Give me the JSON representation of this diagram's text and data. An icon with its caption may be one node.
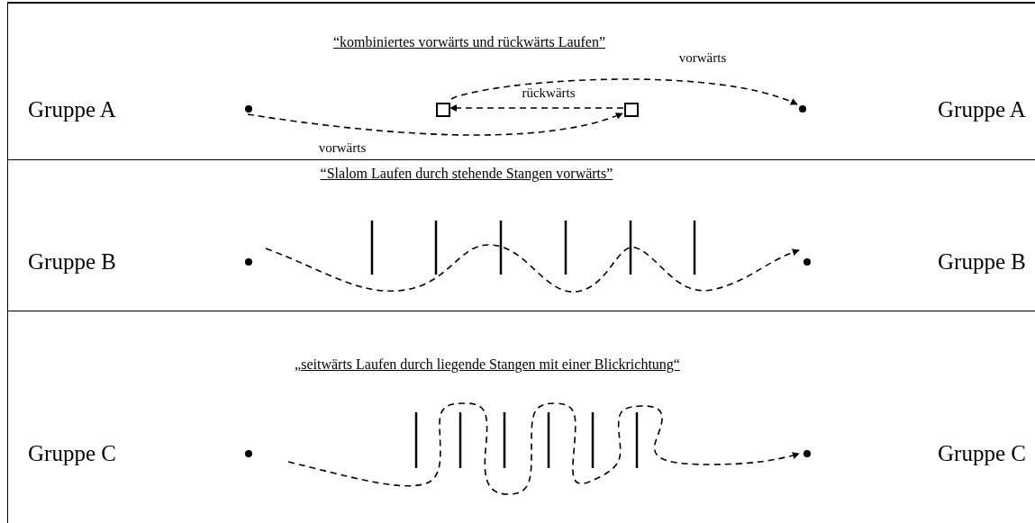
{
  "diagram": {
    "nodes": [
      {
        "text": [
          "“kombiniertes vorwärts und rückwärts Laufen”",
          "Gruppe A",
          "Gruppe A"
        ]
      },
      {
        "text": [],
        "shape": "circle",
        "in": 0
      },
      {
        "text": [],
        "shape": "box",
        "in": 0
      },
      {
        "text": [],
        "shape": "box",
        "in": 0
      },
      {
        "text": [],
        "shape": "circle",
        "in": 0
      },
      {
        "text": [
          "“Slalom Laufen durch stehende Stangen vorwärts”",
          "Gruppe B",
          "Gruppe B"
        ]
      },
      {
        "text": [],
        "shape": "circle",
        "in": 5
      },
      {
        "text": [],
        "shape": "circle",
        "in": 5
      },
      {
        "text": [
          "„seitwärts Laufen durch liegende Stangen mit einer Blickrichtung“",
          "Gruppe C",
          "Gruppe C"
        ]
      },
      {
        "text": [],
        "shape": "circle",
        "in": 8
      },
      {
        "text": [],
        "shape": "circle",
        "in": 8
      }
    ],
    "edges": [
      {
        "from": 1,
        "to": 3,
        "arrow": "to",
        "style": "dashed",
        "label": "vorwärts"
      },
      {
        "from": 3,
        "to": 2,
        "arrow": "to",
        "style": "dashed",
        "label": "rückwärts"
      },
      {
        "from": 2,
        "to": 4,
        "arrow": "to",
        "style": "dashed",
        "label": "vorwärts"
      },
      {
        "from": 6,
        "to": 7,
        "arrow": "to",
        "style": "dashed"
      },
      {
        "from": 9,
        "to": 10,
        "arrow": "to",
        "style": "dashed"
      }
    ]
  }
}
